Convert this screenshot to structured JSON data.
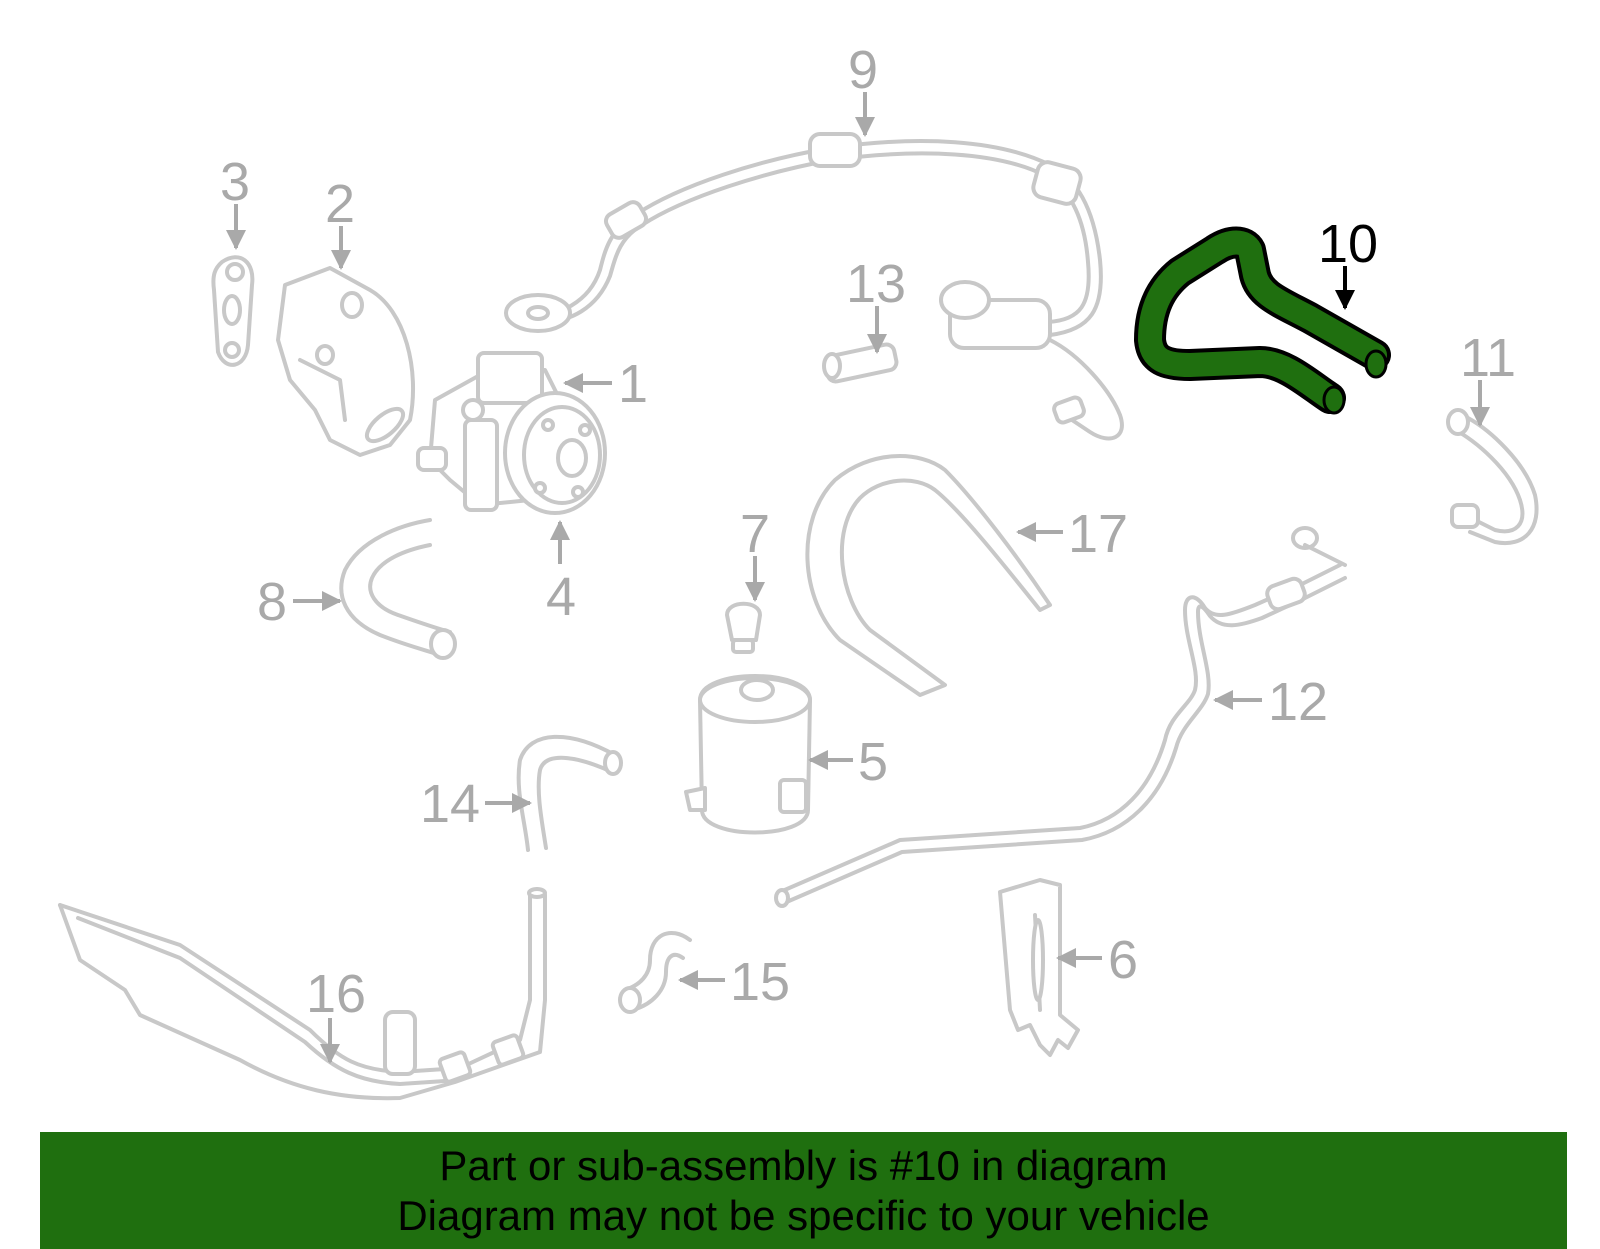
{
  "colors": {
    "highlight": "#1f6f0f",
    "banner_bg": "#1f6f0f",
    "part_stroke": "#c8c8c8",
    "label_gray": "#a9a9a9"
  },
  "diagram": {
    "highlighted_part": "10",
    "callouts": [
      "1",
      "2",
      "3",
      "4",
      "5",
      "6",
      "7",
      "8",
      "9",
      "10",
      "11",
      "12",
      "13",
      "14",
      "15",
      "16",
      "17"
    ]
  },
  "banner": {
    "line1": "Part or sub-assembly is #10 in diagram",
    "line2": "Diagram may not be specific to your vehicle"
  }
}
